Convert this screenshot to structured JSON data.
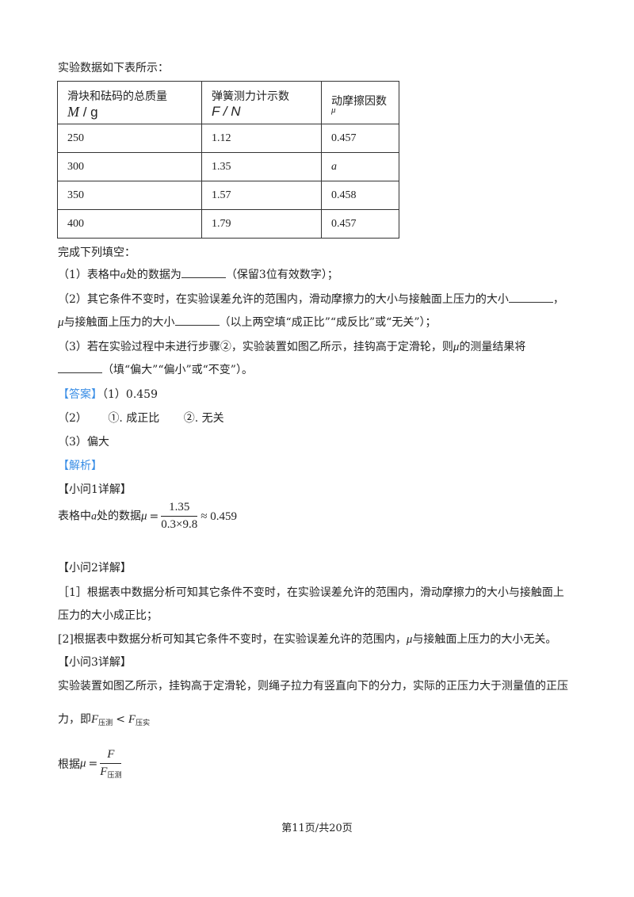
{
  "intro": "实验数据如下表所示：",
  "table": {
    "headers": [
      {
        "label": "滑块和砝码的总质量",
        "symbol": "M",
        "unit": " / g"
      },
      {
        "label": "弹簧测力计示数",
        "symbol": "F / N"
      },
      {
        "label": "动摩擦因数",
        "symbol": "μ"
      }
    ],
    "rows": [
      [
        "250",
        "1.12",
        "0.457"
      ],
      [
        "300",
        "1.35",
        "a"
      ],
      [
        "350",
        "1.57",
        "0.458"
      ],
      [
        "400",
        "1.79",
        "0.457"
      ]
    ]
  },
  "instruction": "完成下列填空：",
  "q1": {
    "prefix": "（1）表格中",
    "var": "a",
    "mid": "处的数据为",
    "suffix": "（保留3位有效数字）；"
  },
  "q2": {
    "line1_prefix": "（2）其它条件不变时，在实验误差允许的范围内，滑动摩擦力的大小与接触面上压力的大小",
    "line1_suffix": "，",
    "mu": "μ",
    "line2_mid": "与接触面上压力的大小",
    "line2_suffix": "（以上两空填“成正比”“成反比”或“无关”）；"
  },
  "q3": {
    "line1_prefix": "（3）若在实验过程中未进行步骤②，实验装置如图乙所示，挂钩高于定滑轮，则",
    "mu": "μ",
    "line1_suffix": "的测量结果将",
    "line2_suffix": "（填“偏大”“偏小”或“不变”）。"
  },
  "answer": {
    "tag": "【答案】",
    "a1": "（1）0.459",
    "a2_num": "（2）",
    "a2_1": "①. 成正比",
    "a2_2": "②. 无关",
    "a3": "（3）偏大"
  },
  "analysis_tag": "【解析】",
  "s1": {
    "title": "【小问1详解】",
    "prefix": "表格中",
    "var": "a",
    "mid": "处的数据",
    "mu": "μ",
    "eq": "=",
    "num": "1.35",
    "den": "0.3×9.8",
    "result": "≈ 0.459"
  },
  "s2": {
    "title": "【小问2详解】",
    "p1_line1": "［1］根据表中数据分析可知其它条件不变时，在实验误差允许的范围内，滑动摩擦力的大小与接触面上",
    "p1_line2": "压力的大小成正比；",
    "p2_prefix": "[2]根据表中数据分析可知其它条件不变时，在实验误差允许的范围内，",
    "mu": "μ",
    "p2_suffix": "与接触面上压力的大小无关。"
  },
  "s3": {
    "title": "【小问3详解】",
    "line1": "实验装置如图乙所示，挂钩高于定滑轮，则绳子拉力有竖直向下的分力，实际的正压力大于测量值的正压",
    "line2_prefix": "力，即",
    "f": "F",
    "sub_measured": "压测",
    "lt": "<",
    "sub_actual": "压实",
    "line3_prefix": "根据",
    "mu": "μ",
    "eq": "=",
    "num": "F",
    "den_sub": "压测"
  },
  "footer": "第11页/共20页"
}
